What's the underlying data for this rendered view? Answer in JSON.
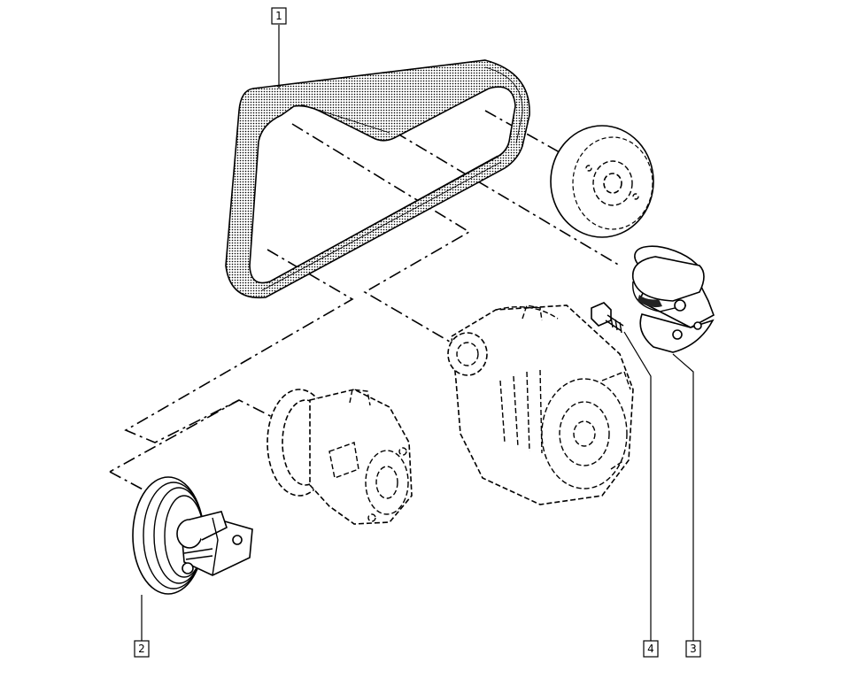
{
  "callouts": [
    {
      "id": "1",
      "label": "1",
      "part": "belt"
    },
    {
      "id": "2",
      "label": "2",
      "part": "crankshaft-pulley"
    },
    {
      "id": "3",
      "label": "3",
      "part": "tensioner-roller"
    },
    {
      "id": "4",
      "label": "4",
      "part": "bolt"
    }
  ],
  "colors": {
    "line": "#000000",
    "background": "#ffffff",
    "belt_fill": "#d9d9d9"
  }
}
